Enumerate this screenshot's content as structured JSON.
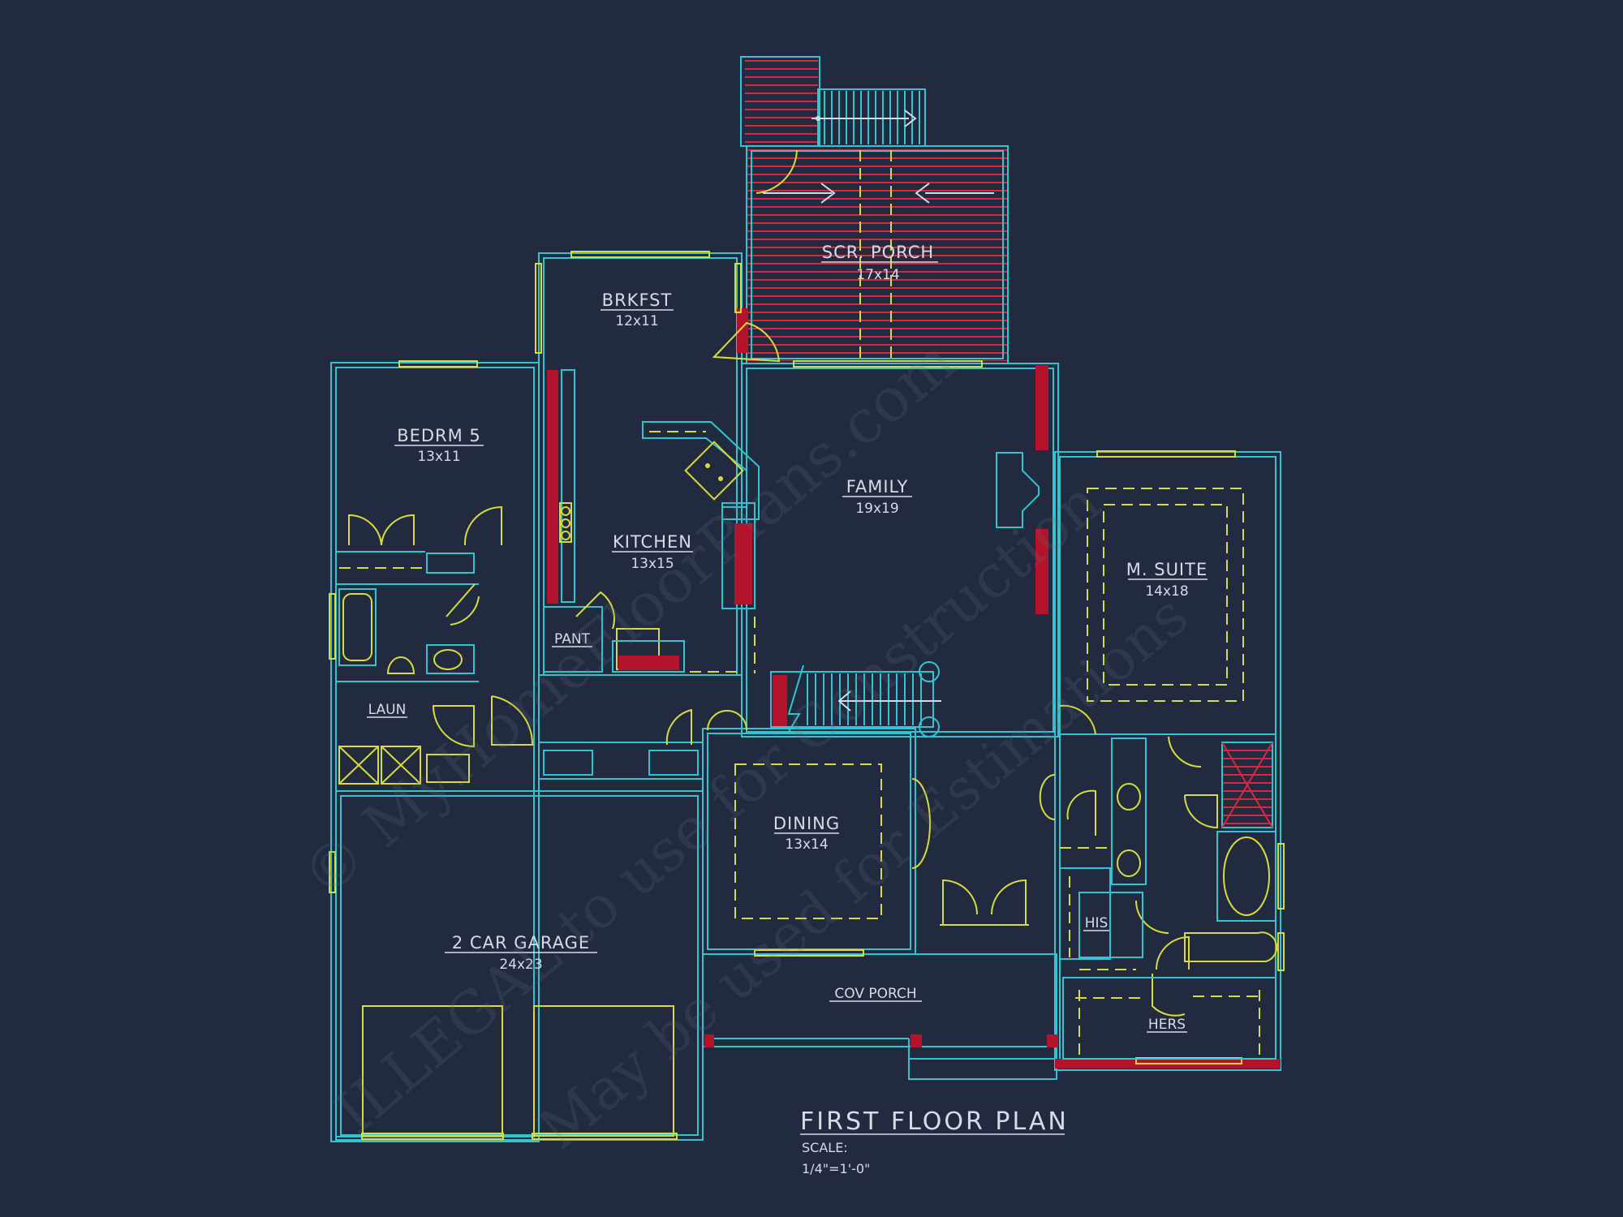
{
  "rooms": {
    "scr_porch": {
      "name": "SCR. PORCH",
      "size": "17x14"
    },
    "brkfst": {
      "name": "BRKFST",
      "size": "12x11"
    },
    "bedrm5": {
      "name": "BEDRM 5",
      "size": "13x11"
    },
    "kitchen": {
      "name": "KITCHEN",
      "size": "13x15"
    },
    "family": {
      "name": "FAMILY",
      "size": "19x19"
    },
    "m_suite": {
      "name": "M. SUITE",
      "size": "14x18"
    },
    "pant": {
      "name": "PANT"
    },
    "laun": {
      "name": "LAUN"
    },
    "dining": {
      "name": "DINING",
      "size": "13x14"
    },
    "garage": {
      "name": "2 CAR GARAGE",
      "size": "24x23"
    },
    "cov_porch": {
      "name": "COV PORCH"
    },
    "his": {
      "name": "HIS"
    },
    "hers": {
      "name": "HERS"
    }
  },
  "plan": {
    "title": "FIRST FLOOR PLAN",
    "scale_label": "SCALE:",
    "scale_value": "1/4\"=1'-0\""
  },
  "watermark": {
    "line1": "© MyHomeFloorPlans.com",
    "line2": "ILLEGAL to use for Construction",
    "line3": "May be used for Estimations"
  },
  "colors": {
    "background": "#222a40",
    "walls": "#2fc6d2",
    "fixtures": "#d8dc3a",
    "hatch": "#b3132b",
    "text": "#d7dbe6"
  }
}
